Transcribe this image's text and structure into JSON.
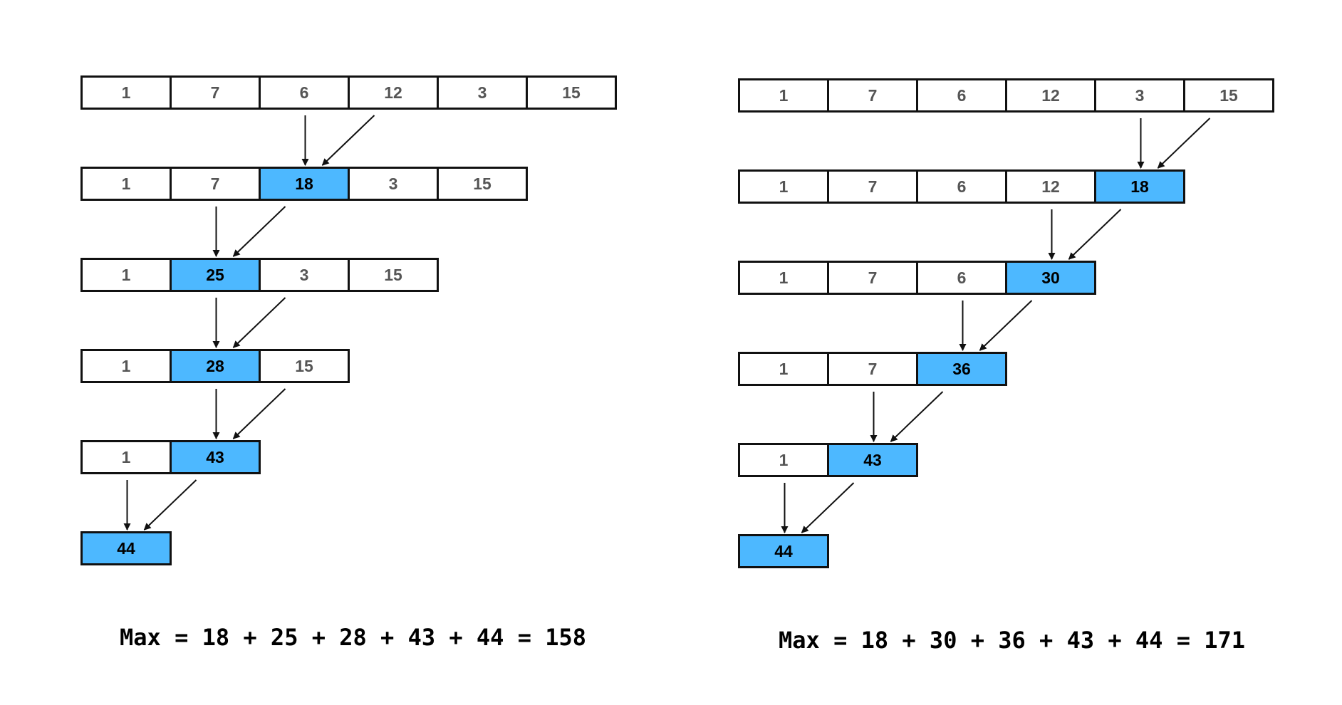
{
  "diagrams": [
    {
      "rows": [
        [
          {
            "v": "1"
          },
          {
            "v": "7"
          },
          {
            "v": "6"
          },
          {
            "v": "12"
          },
          {
            "v": "3"
          },
          {
            "v": "15"
          }
        ],
        [
          {
            "v": "1"
          },
          {
            "v": "7"
          },
          {
            "v": "18",
            "merged": true
          },
          {
            "v": "3"
          },
          {
            "v": "15"
          }
        ],
        [
          {
            "v": "1"
          },
          {
            "v": "25",
            "merged": true
          },
          {
            "v": "3"
          },
          {
            "v": "15"
          }
        ],
        [
          {
            "v": "1"
          },
          {
            "v": "28",
            "merged": true
          },
          {
            "v": "15"
          }
        ],
        [
          {
            "v": "1"
          },
          {
            "v": "43",
            "merged": true
          }
        ],
        [
          {
            "v": "44",
            "merged": true
          }
        ]
      ],
      "merges": [
        [
          2,
          3
        ],
        [
          1,
          2
        ],
        [
          1,
          2
        ],
        [
          1,
          2
        ],
        [
          0,
          1
        ]
      ],
      "formula": "Max = 18 + 25 + 28 + 43 + 44 = 158"
    },
    {
      "rows": [
        [
          {
            "v": "1"
          },
          {
            "v": "7"
          },
          {
            "v": "6"
          },
          {
            "v": "12"
          },
          {
            "v": "3"
          },
          {
            "v": "15"
          }
        ],
        [
          {
            "v": "1"
          },
          {
            "v": "7"
          },
          {
            "v": "6"
          },
          {
            "v": "12"
          },
          {
            "v": "18",
            "merged": true
          }
        ],
        [
          {
            "v": "1"
          },
          {
            "v": "7"
          },
          {
            "v": "6"
          },
          {
            "v": "30",
            "merged": true
          }
        ],
        [
          {
            "v": "1"
          },
          {
            "v": "7"
          },
          {
            "v": "36",
            "merged": true
          }
        ],
        [
          {
            "v": "1"
          },
          {
            "v": "43",
            "merged": true
          }
        ],
        [
          {
            "v": "44",
            "merged": true
          }
        ]
      ],
      "merges": [
        [
          4,
          5
        ],
        [
          3,
          4
        ],
        [
          2,
          3
        ],
        [
          1,
          2
        ],
        [
          0,
          1
        ]
      ],
      "formula": "Max = 18 + 30 + 36 + 43 + 44 = 171"
    }
  ],
  "colors": {
    "merged": "#4db8ff",
    "border": "#111111",
    "text": "#555555"
  }
}
